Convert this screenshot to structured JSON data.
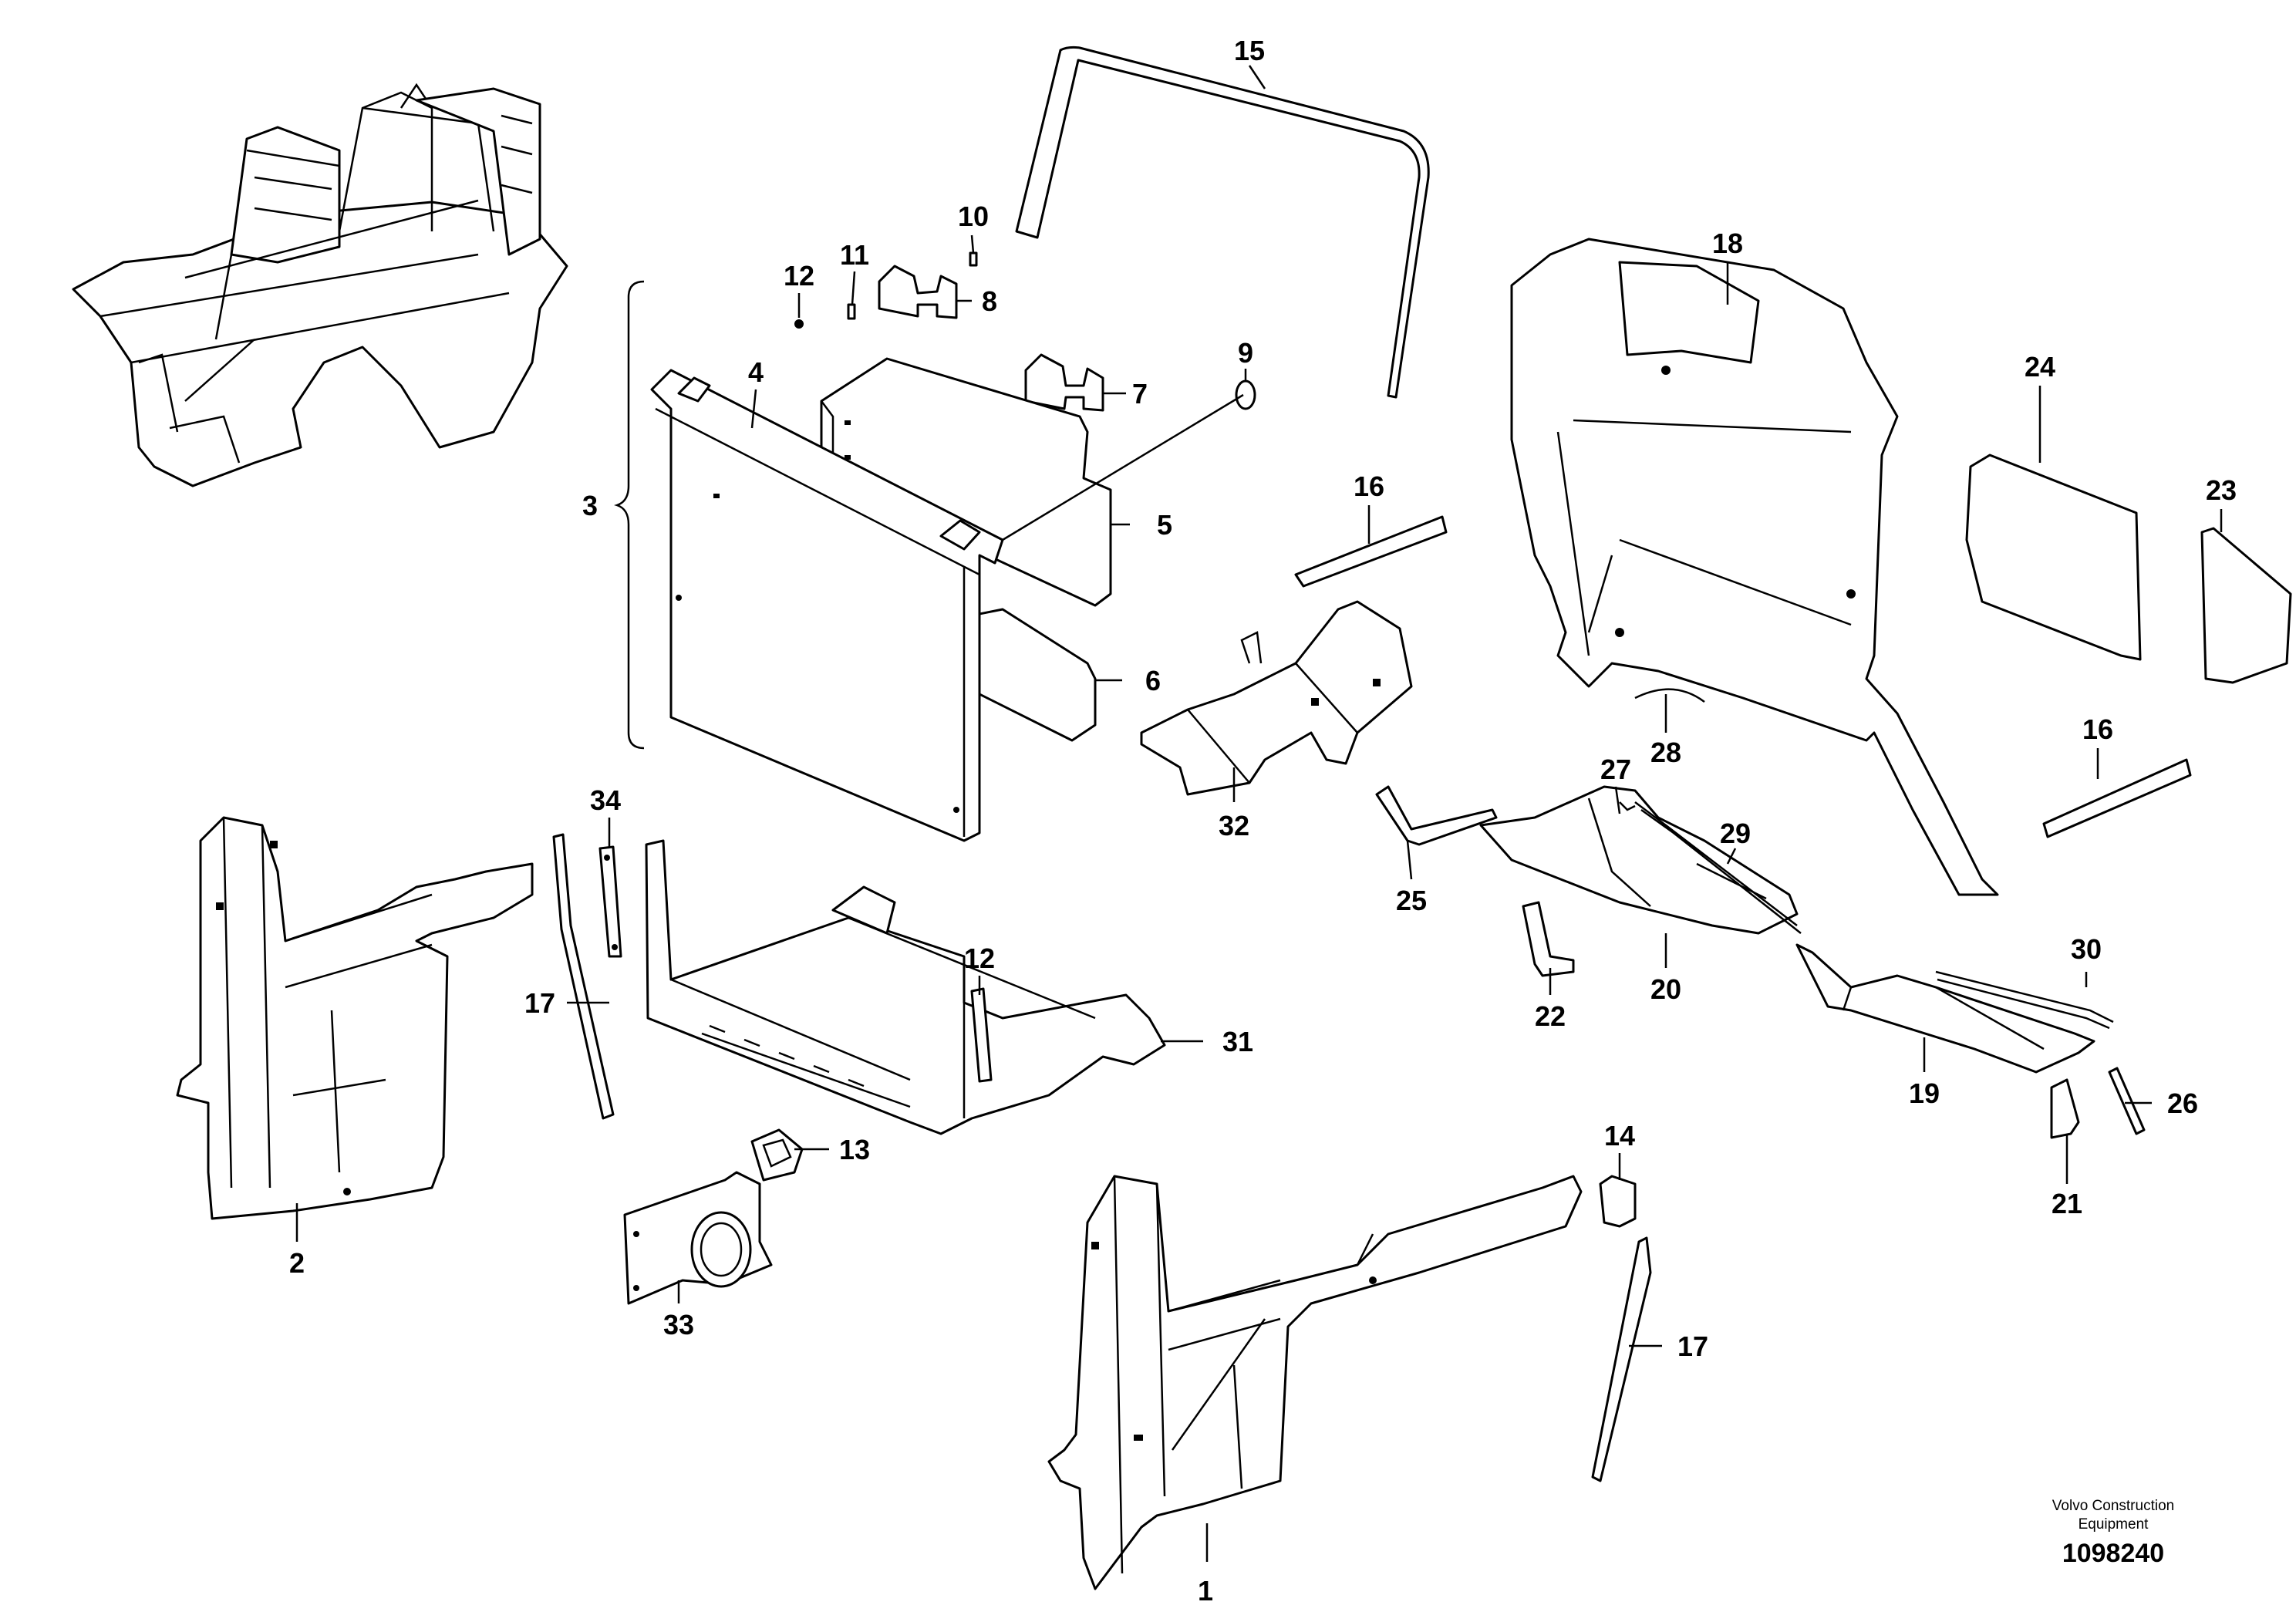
{
  "callouts": [
    {
      "id": "1",
      "label": "1"
    },
    {
      "id": "2",
      "label": "2"
    },
    {
      "id": "3",
      "label": "3"
    },
    {
      "id": "4",
      "label": "4"
    },
    {
      "id": "5",
      "label": "5"
    },
    {
      "id": "6",
      "label": "6"
    },
    {
      "id": "7",
      "label": "7"
    },
    {
      "id": "8",
      "label": "8"
    },
    {
      "id": "9",
      "label": "9"
    },
    {
      "id": "10",
      "label": "10"
    },
    {
      "id": "11",
      "label": "11"
    },
    {
      "id": "12a",
      "label": "12"
    },
    {
      "id": "12b",
      "label": "12"
    },
    {
      "id": "13",
      "label": "13"
    },
    {
      "id": "14",
      "label": "14"
    },
    {
      "id": "15",
      "label": "15"
    },
    {
      "id": "16a",
      "label": "16"
    },
    {
      "id": "16b",
      "label": "16"
    },
    {
      "id": "17a",
      "label": "17"
    },
    {
      "id": "17b",
      "label": "17"
    },
    {
      "id": "18",
      "label": "18"
    },
    {
      "id": "19",
      "label": "19"
    },
    {
      "id": "20",
      "label": "20"
    },
    {
      "id": "21",
      "label": "21"
    },
    {
      "id": "22",
      "label": "22"
    },
    {
      "id": "23",
      "label": "23"
    },
    {
      "id": "24",
      "label": "24"
    },
    {
      "id": "25",
      "label": "25"
    },
    {
      "id": "26",
      "label": "26"
    },
    {
      "id": "27",
      "label": "27"
    },
    {
      "id": "28",
      "label": "28"
    },
    {
      "id": "29",
      "label": "29"
    },
    {
      "id": "30",
      "label": "30"
    },
    {
      "id": "31",
      "label": "31"
    },
    {
      "id": "32",
      "label": "32"
    },
    {
      "id": "33",
      "label": "33"
    },
    {
      "id": "34",
      "label": "34"
    }
  ],
  "footer": {
    "brand_line1": "Volvo Construction",
    "brand_line2": "Equipment",
    "drawing_number": "1098240"
  }
}
